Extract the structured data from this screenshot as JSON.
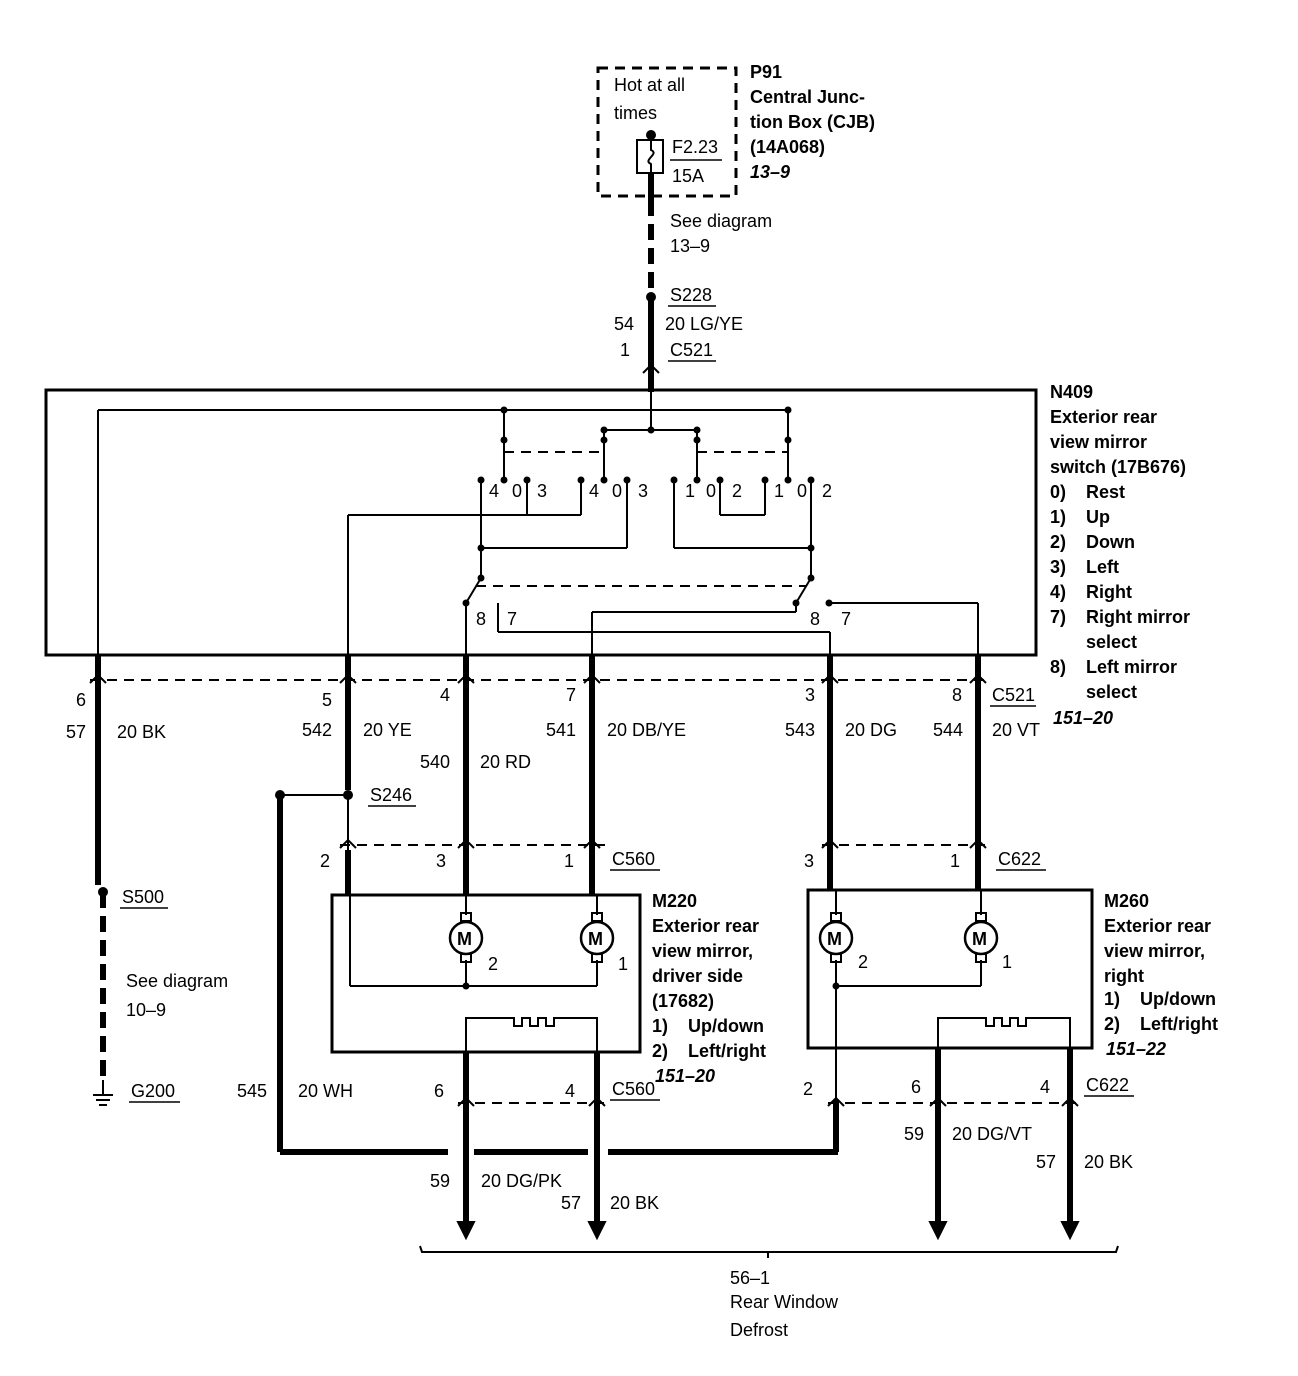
{
  "fuse_box": {
    "hot_label_line1": "Hot at all",
    "hot_label_line2": "times",
    "fuse_id": "F2.23",
    "fuse_rating": "15A",
    "id": "P91",
    "name_line1": "Central Junc-",
    "name_line2": "tion Box (CJB)",
    "part_number": "(14A068)",
    "ref": "13–9"
  },
  "top_feed": {
    "see_line1": "See diagram",
    "see_line2": "13–9",
    "splice": "S228",
    "circuit": "54",
    "wire": "20 LG/YE",
    "pin": "1",
    "connector": "C521"
  },
  "switch": {
    "id": "N409",
    "name_line1": "Exterior rear",
    "name_line2": "view mirror",
    "name_line3": "switch (17B676)",
    "positions": [
      {
        "num": "0)",
        "label": "Rest"
      },
      {
        "num": "1)",
        "label": "Up"
      },
      {
        "num": "2)",
        "label": "Down"
      },
      {
        "num": "3)",
        "label": "Left"
      },
      {
        "num": "4)",
        "label": "Right"
      },
      {
        "num": "7)",
        "label": "Right mirror"
      },
      {
        "num": "",
        "label": "select"
      },
      {
        "num": "8)",
        "label": "Left mirror"
      },
      {
        "num": "",
        "label": "select"
      }
    ],
    "contact_labels": [
      "4",
      "0",
      "3",
      "4",
      "0",
      "3",
      "1",
      "0",
      "2",
      "1",
      "0",
      "2"
    ],
    "select_labels": [
      "8",
      "7",
      "8",
      "7"
    ]
  },
  "c521_out": {
    "connector": "C521",
    "ref": "151–20",
    "pins": [
      "6",
      "5",
      "4",
      "7",
      "3",
      "8"
    ],
    "wires": [
      {
        "circuit": "57",
        "color": "20 BK"
      },
      {
        "circuit": "542",
        "color": "20 YE"
      },
      {
        "circuit": "540",
        "color": "20 RD"
      },
      {
        "circuit": "541",
        "color": "20 DB/YE"
      },
      {
        "circuit": "543",
        "color": "20 DG"
      },
      {
        "circuit": "544",
        "color": "20 VT"
      }
    ]
  },
  "ground": {
    "splice": "S500",
    "see_line1": "See diagram",
    "see_line2": "10–9",
    "ground_id": "G200"
  },
  "s246": "S246",
  "left_mirror": {
    "connector": "C560",
    "top_pins": [
      "2",
      "3",
      "1"
    ],
    "motor_symbol": "M",
    "motor_numbers": [
      "2",
      "1"
    ],
    "id": "M220",
    "name_line1": "Exterior rear",
    "name_line2": "view mirror,",
    "name_line3": "driver side",
    "part_number": "(17682)",
    "functions": [
      {
        "num": "1)",
        "label": "Up/down"
      },
      {
        "num": "2)",
        "label": "Left/right"
      }
    ],
    "ref": "151–20",
    "bottom_pins": [
      "6",
      "4"
    ],
    "bottom_connector": "C560",
    "return_circuit": "545",
    "return_wire": "20 WH",
    "out_wires": [
      {
        "circuit": "59",
        "color": "20 DG/PK"
      },
      {
        "circuit": "57",
        "color": "20 BK"
      }
    ]
  },
  "right_mirror": {
    "connector": "C622",
    "top_pins": [
      "3",
      "1"
    ],
    "motor_symbol": "M",
    "motor_numbers": [
      "2",
      "1"
    ],
    "id": "M260",
    "name_line1": "Exterior rear",
    "name_line2": "view mirror,",
    "name_line3": "right",
    "functions": [
      {
        "num": "1)",
        "label": "Up/down"
      },
      {
        "num": "2)",
        "label": "Left/right"
      }
    ],
    "ref": "151–22",
    "bottom_pins": [
      "2",
      "6",
      "4"
    ],
    "bottom_connector": "C622",
    "out_wires": [
      {
        "circuit": "59",
        "color": "20 DG/VT"
      },
      {
        "circuit": "57",
        "color": "20 BK"
      }
    ]
  },
  "defrost": {
    "ref": "56–1",
    "line1": "Rear Window",
    "line2": "Defrost"
  }
}
